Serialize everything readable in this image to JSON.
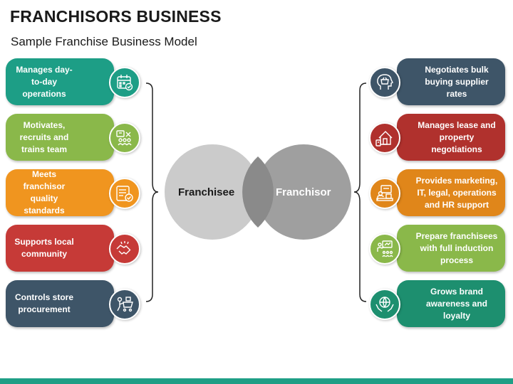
{
  "header": {
    "title": "FRANCHISORS BUSINESS",
    "subtitle": "Sample Franchise Business Model"
  },
  "venn": {
    "left_label": "Franchisee",
    "right_label": "Franchisor",
    "left_color": "#c8c8c8",
    "right_color": "#9a9a9a"
  },
  "left_items": [
    {
      "text": "Manages day-to-day operations",
      "color": "#1d9e86",
      "icon": "calendar-icon"
    },
    {
      "text": "Motivates, recruits and trains team",
      "color": "#8ab84a",
      "icon": "team-training-icon"
    },
    {
      "text": "Meets franchisor quality standards",
      "color": "#f0951f",
      "icon": "checklist-icon"
    },
    {
      "text": "Supports local community",
      "color": "#c63a37",
      "icon": "handshake-icon"
    },
    {
      "text": "Controls store procurement",
      "color": "#3e5568",
      "icon": "shopping-cart-icon"
    }
  ],
  "right_items": [
    {
      "text": "Negotiates bulk buying supplier rates",
      "color": "#3e5568",
      "icon": "head-basket-icon"
    },
    {
      "text": "Manages lease and property negotiations",
      "color": "#b0312d",
      "icon": "property-icon"
    },
    {
      "text": "Provides marketing, IT, legal, operations and HR support",
      "color": "#e0861a",
      "icon": "support-desk-icon"
    },
    {
      "text": "Prepare franchisees with full induction process",
      "color": "#8ab84a",
      "icon": "presentation-icon"
    },
    {
      "text": "Grows brand awareness and loyalty",
      "color": "#1d8f6f",
      "icon": "globe-hands-icon"
    }
  ],
  "theme": {
    "bottom_bar": "#1f9f86",
    "connector": "#222222"
  }
}
